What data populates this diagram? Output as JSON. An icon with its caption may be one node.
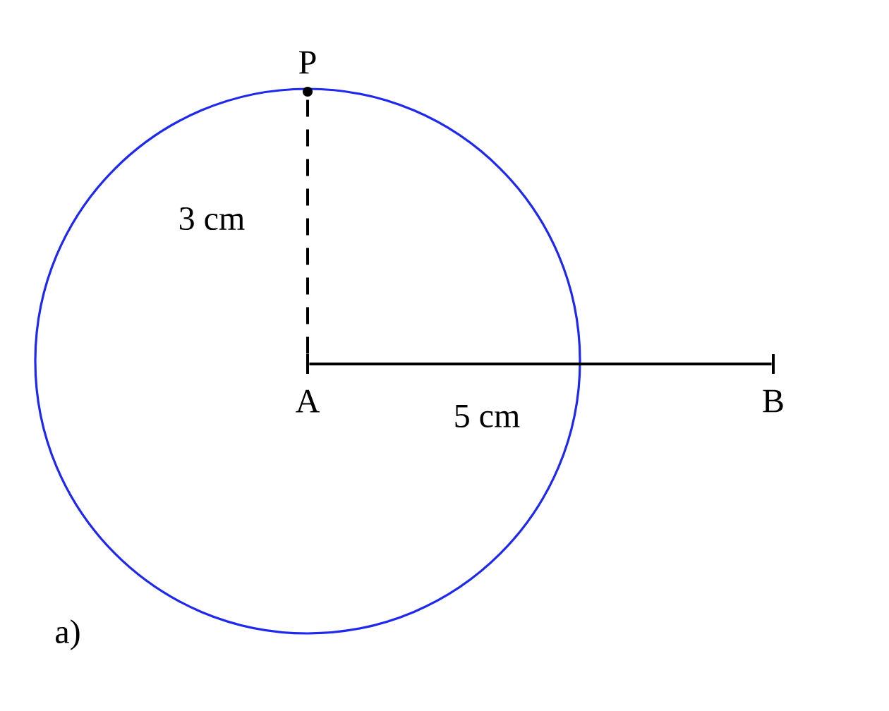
{
  "diagram": {
    "nodes": [
      {
        "text": [
          "P"
        ]
      },
      {
        "text": [
          "A"
        ]
      },
      {
        "text": [
          "B"
        ]
      }
    ],
    "edges": [
      {
        "from": 1,
        "to": 0,
        "arrow": "none",
        "label": "3 cm",
        "style": "dashed"
      },
      {
        "from": 1,
        "to": 2,
        "arrow": "none",
        "label": "5 cm"
      }
    ],
    "labels": [
      "a)"
    ]
  }
}
